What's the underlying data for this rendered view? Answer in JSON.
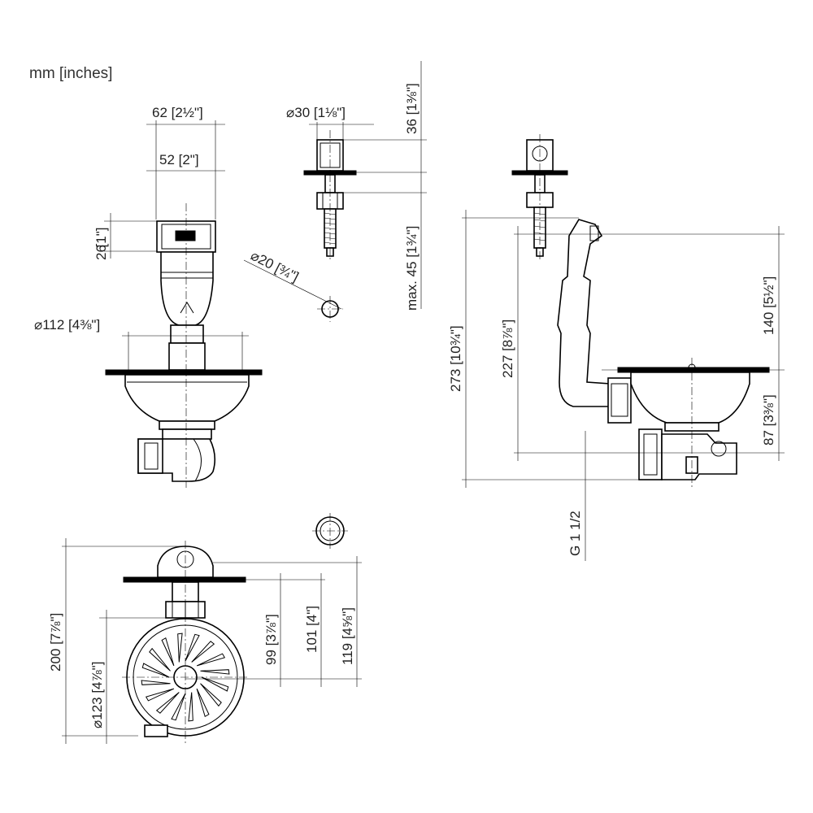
{
  "units_note": "mm [inches]",
  "views": {
    "front": {
      "dims": {
        "width_outer": "62 [2½\"]",
        "width_inner": "52 [2\"]",
        "height_1in": "[1\"]",
        "height_26": "26",
        "diameter": "⌀112 [4⅜\"]"
      }
    },
    "rod": {
      "dims": {
        "diameter_30": "⌀30 [1⅛\"]",
        "height_36": "36 [1⅜\"]",
        "max_45": "max. 45 [1¾\"]",
        "diameter_20": "⌀20 [¾\"]"
      }
    },
    "side": {
      "dims": {
        "h273": "273 [10¾\"]",
        "h227": "227 [8⅞\"]",
        "h140": "140 [5½\"]",
        "h87": "87 [3⅜\"]",
        "thread": "G 1 1/2"
      }
    },
    "top": {
      "dims": {
        "h200": "200 [7⅞\"]",
        "d123": "⌀123 [4⅞\"]",
        "h99": "99 [3⅞\"]",
        "h101": "101 [4\"]",
        "h119": "119 [4⅝\"]"
      }
    }
  }
}
